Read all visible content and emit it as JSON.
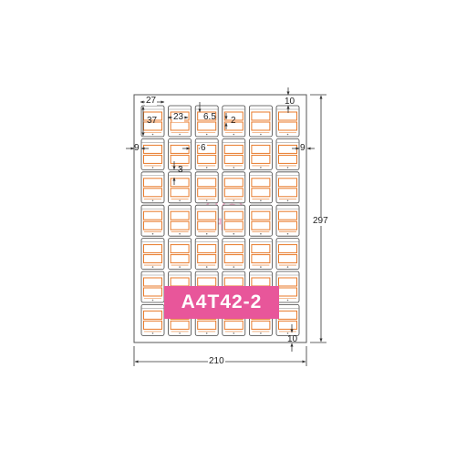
{
  "product_code": "A4T42-2",
  "watermark_text": "42",
  "colors": {
    "label_accent": "#e87a2a",
    "badge": "#e8569a",
    "watermark": "#f4a8c8",
    "line": "#333333"
  },
  "sheet": {
    "width_label": "210",
    "height_label": "297",
    "columns": 6,
    "rows": 7
  },
  "label_dims": {
    "label_width": "27",
    "label_height": "37",
    "inner_width": "23",
    "top_gap": "6.5",
    "inner_gap": "2",
    "top_margin": "10",
    "bottom_margin": "10",
    "left_margin": "9",
    "right_margin": "9",
    "column_gap": "6",
    "row_gap": "3"
  }
}
